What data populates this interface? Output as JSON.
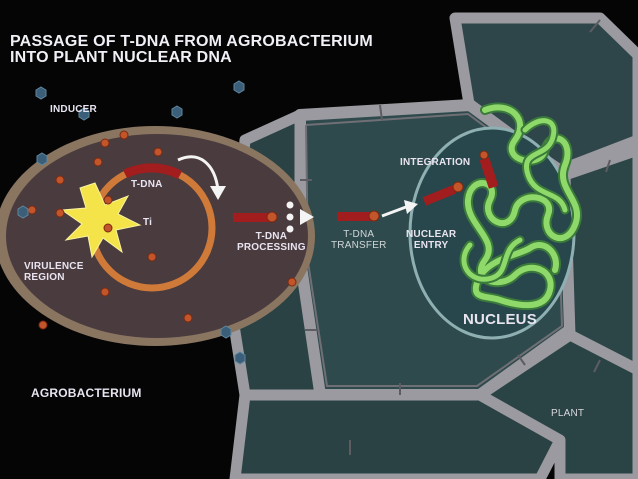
{
  "title_line1": "PASSAGE OF T-DNA FROM AGROBACTERIUM",
  "title_line2": "INTO PLANT NUCLEAR DNA",
  "labels": {
    "inducer": "INDUCER",
    "tdna": "T-DNA",
    "ti": "Ti",
    "virulence_line1": "VIRULENCE",
    "virulence_line2": "REGION",
    "tdna_processing_line1": "T-DNA",
    "tdna_processing_line2": "PROCESSING",
    "tdna_transfer_line1": "T-DNA",
    "tdna_transfer_line2": "TRANSFER",
    "integration": "INTEGRATION",
    "nuclear_entry_line1": "NUCLEAR",
    "nuclear_entry_line2": "ENTRY",
    "nucleus": "NUCLEUS",
    "agrobacterium": "AGROBACTERIUM",
    "plant": "PLANT"
  },
  "colors": {
    "background": "#050505",
    "bacterium_fill": "#4a3b3e",
    "bacterium_rim": "#8a7560",
    "plasmid": "#d07a3a",
    "tdna_segment": "#a21d1d",
    "cell_wall": "#9a9aa0",
    "cell_interior": "#2f4a4c",
    "nucleus_fill": "#28474c",
    "chromatin": "#8fd86a",
    "inducer": "#3b5f78",
    "vir_protein": "#c2552a",
    "burst": "#f4e44a"
  }
}
